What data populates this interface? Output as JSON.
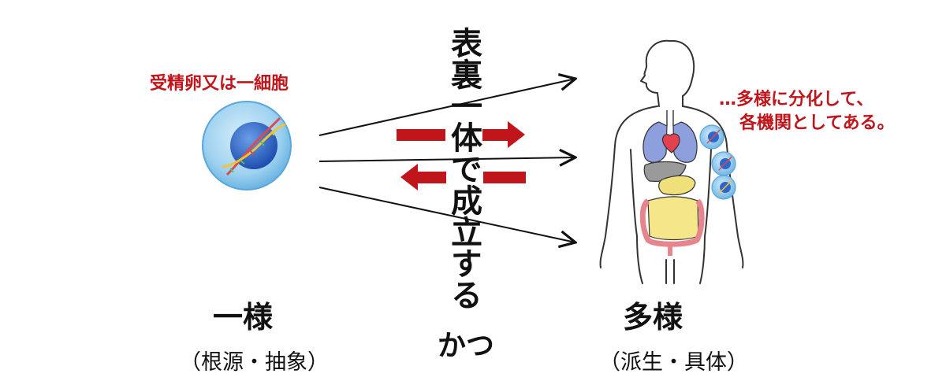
{
  "cell": {
    "label": "受精卵又は一細胞"
  },
  "center": {
    "vertical_text": "表裏一体で成立する",
    "conjunction": "かつ"
  },
  "left": {
    "title": "一様",
    "subtitle": "（根源・抽象）"
  },
  "right": {
    "title": "多様",
    "subtitle": "（派生・具体）",
    "note_line1": "…多様に分化して、",
    "note_line2": "各機関としてある。"
  },
  "colors": {
    "accent_red": "#c0161b",
    "cell_blue": "#8ec9ec",
    "nucleus_blue": "#2f67c9"
  },
  "icons": [
    "cell-icon",
    "dna-icon",
    "human-body-icon",
    "small-cell-icon"
  ]
}
